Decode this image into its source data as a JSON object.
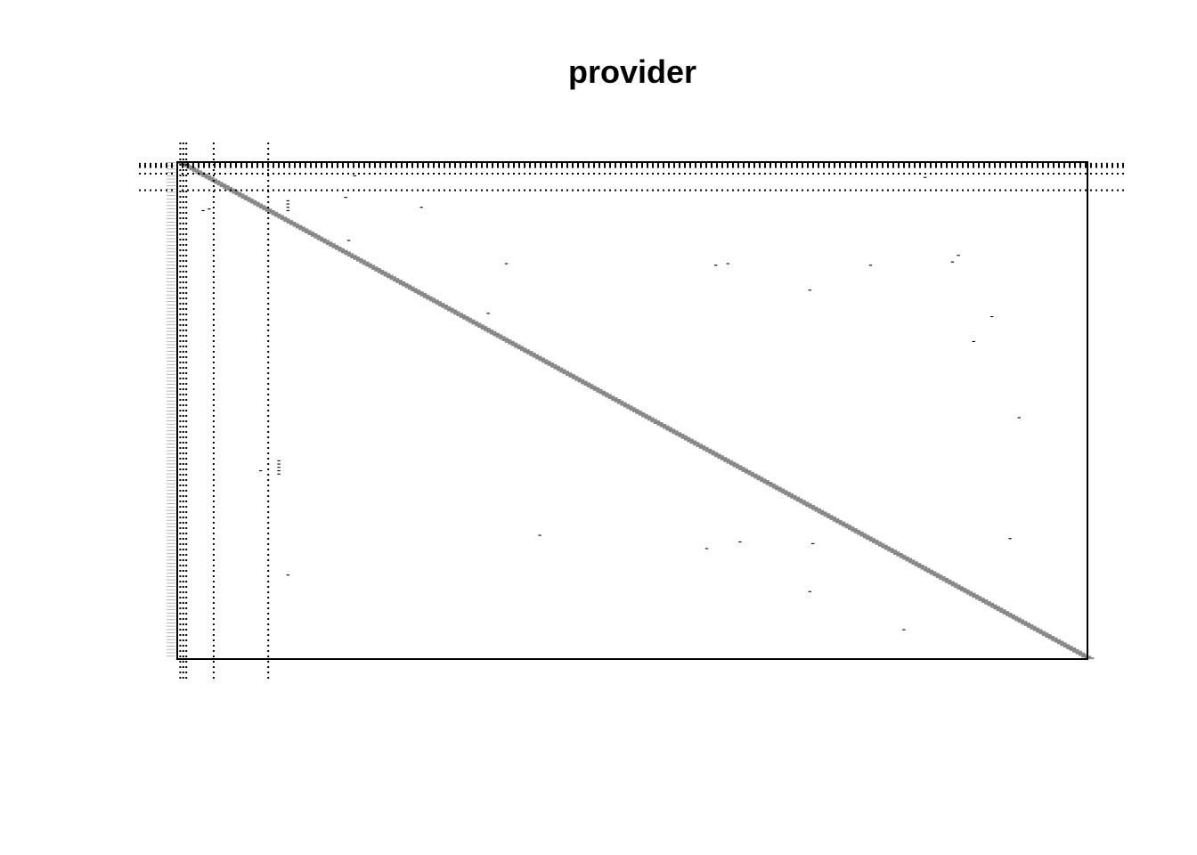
{
  "chart_data": {
    "type": "heatmap",
    "title": "provider",
    "xlabel": "",
    "ylabel": "",
    "n_rows": 300,
    "n_cols": 300,
    "ink_color": "#000000",
    "background": "#ffffff",
    "diagonal": {
      "from": [
        0,
        0
      ],
      "to": [
        300,
        300
      ]
    },
    "block_separators": {
      "x": [
        1,
        2,
        3,
        12,
        30
      ],
      "y": [
        1,
        2,
        3,
        7,
        17
      ]
    },
    "off_diagonal_cells": [
      [
        186,
        27
      ],
      [
        180,
        33
      ],
      [
        182,
        33
      ],
      [
        184,
        33
      ],
      [
        186,
        33
      ],
      [
        188,
        33
      ],
      [
        249,
        36
      ],
      [
        47,
        56
      ],
      [
        8,
        58
      ],
      [
        91,
        102
      ],
      [
        61,
        108
      ],
      [
        27,
        80
      ],
      [
        61,
        181
      ],
      [
        62,
        177
      ],
      [
        77,
        208
      ],
      [
        259,
        208
      ],
      [
        62,
        228
      ],
      [
        282,
        239
      ],
      [
        60,
        255
      ],
      [
        56,
        257
      ],
      [
        9,
        246
      ],
      [
        93,
        268
      ],
      [
        154,
        277
      ],
      [
        108,
        262
      ],
      [
        227,
        274
      ],
      [
        225,
        119
      ],
      [
        233,
        174
      ],
      [
        229,
        185
      ],
      [
        230,
        209
      ],
      [
        21,
        55
      ],
      [
        23,
        36
      ],
      [
        25,
        36
      ],
      [
        27,
        36
      ],
      [
        29,
        36
      ],
      [
        28,
        10
      ],
      [
        29,
        8
      ]
    ]
  }
}
